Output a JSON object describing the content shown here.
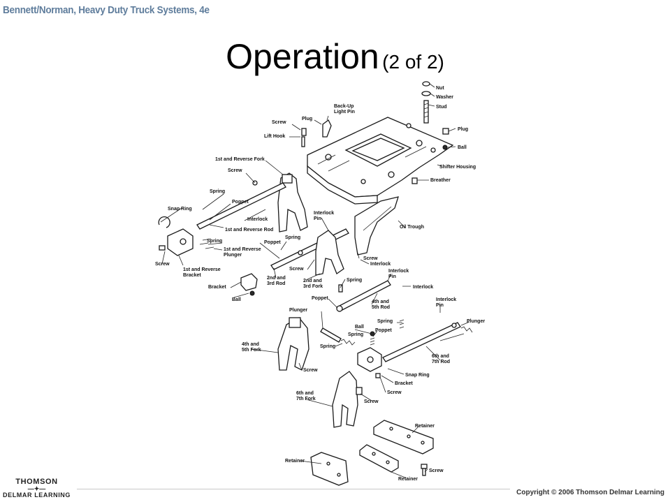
{
  "header": {
    "book_title": "Bennett/Norman, Heavy Duty Truck Systems, 4e"
  },
  "slide": {
    "title_main": "Operation",
    "title_sub": "(2 of 2)"
  },
  "diagram": {
    "labels": {
      "nut": "Nut",
      "washer": "Washer",
      "stud": "Stud",
      "plug_right": "Plug",
      "ball_right": "Ball",
      "shifter_housing": "Shifter Housing",
      "breather": "Breather",
      "backup_light_pin": "Back-Up\nLight Pin",
      "screw_top": "Screw",
      "plug_top": "Plug",
      "lift_hook": "Lift Hook",
      "first_reverse_fork": "1st and Reverse Fork",
      "screw_left": "Screw",
      "spring_left_top": "Spring",
      "poppet_left": "Poppet",
      "snap_ring_left": "Snap Ring",
      "interlock_left": "Interlock",
      "first_reverse_rod": "1st and Reverse Rod",
      "spring_left_mid": "Spring",
      "first_reverse_plunger": "1st and Reverse\nPlunger",
      "screw_far_left": "Screw",
      "first_reverse_bracket": "1st and Reverse\nBracket",
      "interlock_pin_top": "Interlock\nPin",
      "oil_trough": "Oil Trough",
      "spring_center": "Spring",
      "poppet_center": "Poppet",
      "screw_center": "Screw",
      "interlock_center": "Interlock",
      "interlock_pin_center": "Interlock\nPin",
      "second_third_rod": "2nd and\n3rd Rod",
      "second_third_fork": "2nd and\n3rd Fork",
      "screw_mid": "Screw",
      "bracket_left": "Bracket",
      "ball_left": "Ball",
      "spring_mid": "Spring",
      "interlock_right": "Interlock",
      "poppet_mid": "Poppet",
      "fourth_fifth_rod": "4th and\n5th Rod",
      "interlock_pin_right": "Interlock\nPin",
      "plunger_right": "Plunger",
      "plunger_left": "Plunger",
      "ball_center": "Ball",
      "spring_lower": "Spring",
      "poppet_lower": "Poppet",
      "spring_low_left": "Spring",
      "spring_right": "Spring",
      "fourth_fifth_fork": "4th and\n5th Fork",
      "sixth_seventh_rod": "6th and\n7th Rod",
      "screw_fork45": "Screw",
      "snap_ring_right": "Snap Ring",
      "bracket_right": "Bracket",
      "screw_bracket": "Screw",
      "sixth_seventh_fork": "6th and\n7th Fork",
      "screw_fork67": "Screw",
      "retainer_right": "Retainer",
      "retainer_left": "Retainer",
      "screw_bottom": "Screw",
      "retainer_bottom": "Retainer"
    }
  },
  "footer": {
    "logo_top": "THOMSON",
    "logo_bottom": "DELMAR LEARNING",
    "copyright": "Copyright © 2006 Thomson Delmar Learning"
  }
}
